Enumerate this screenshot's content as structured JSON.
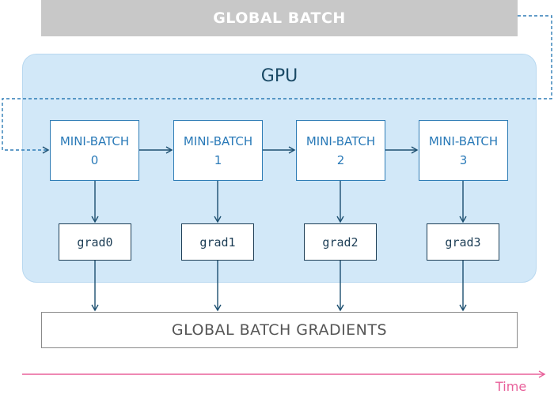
{
  "global_batch": {
    "label": "GLOBAL BATCH"
  },
  "gpu": {
    "label": "GPU",
    "mini_batches": [
      {
        "line1": "MINI-BATCH",
        "line2": "0"
      },
      {
        "line1": "MINI-BATCH",
        "line2": "1"
      },
      {
        "line1": "MINI-BATCH",
        "line2": "2"
      },
      {
        "line1": "MINI-BATCH",
        "line2": "3"
      }
    ],
    "grads": [
      "grad0",
      "grad1",
      "grad2",
      "grad3"
    ]
  },
  "global_gradients": {
    "label": "GLOBAL BATCH GRADIENTS"
  },
  "time_axis": {
    "label": "Time",
    "color": "#e8609a"
  },
  "colors": {
    "gpu_fill": "#d2e8f8",
    "mini_batch_text": "#2a7ab8",
    "arrow": "#1c4f70",
    "global_batch_fill": "#c8c8c8"
  }
}
